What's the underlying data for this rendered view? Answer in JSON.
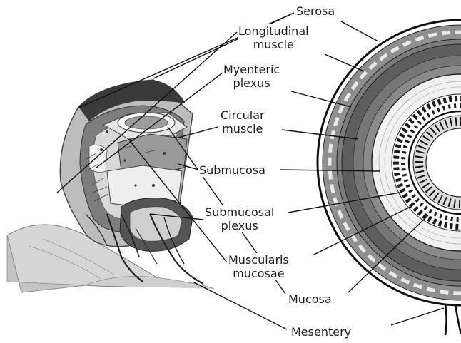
{
  "diagram": {
    "labels": {
      "serosa": "Serosa",
      "longitudinal_muscle": "Longitudinal\nmuscle",
      "myenteric_plexus": "Myenteric\nplexus",
      "circular_muscle": "Circular\nmuscle",
      "submucosa": "Submucosa",
      "submucosal_plexus": "Submucosal\nplexus",
      "muscularis_mucosae": "Muscularis\nmucosae",
      "mucosa": "Mucosa",
      "mesentery": "Mesentery"
    }
  }
}
